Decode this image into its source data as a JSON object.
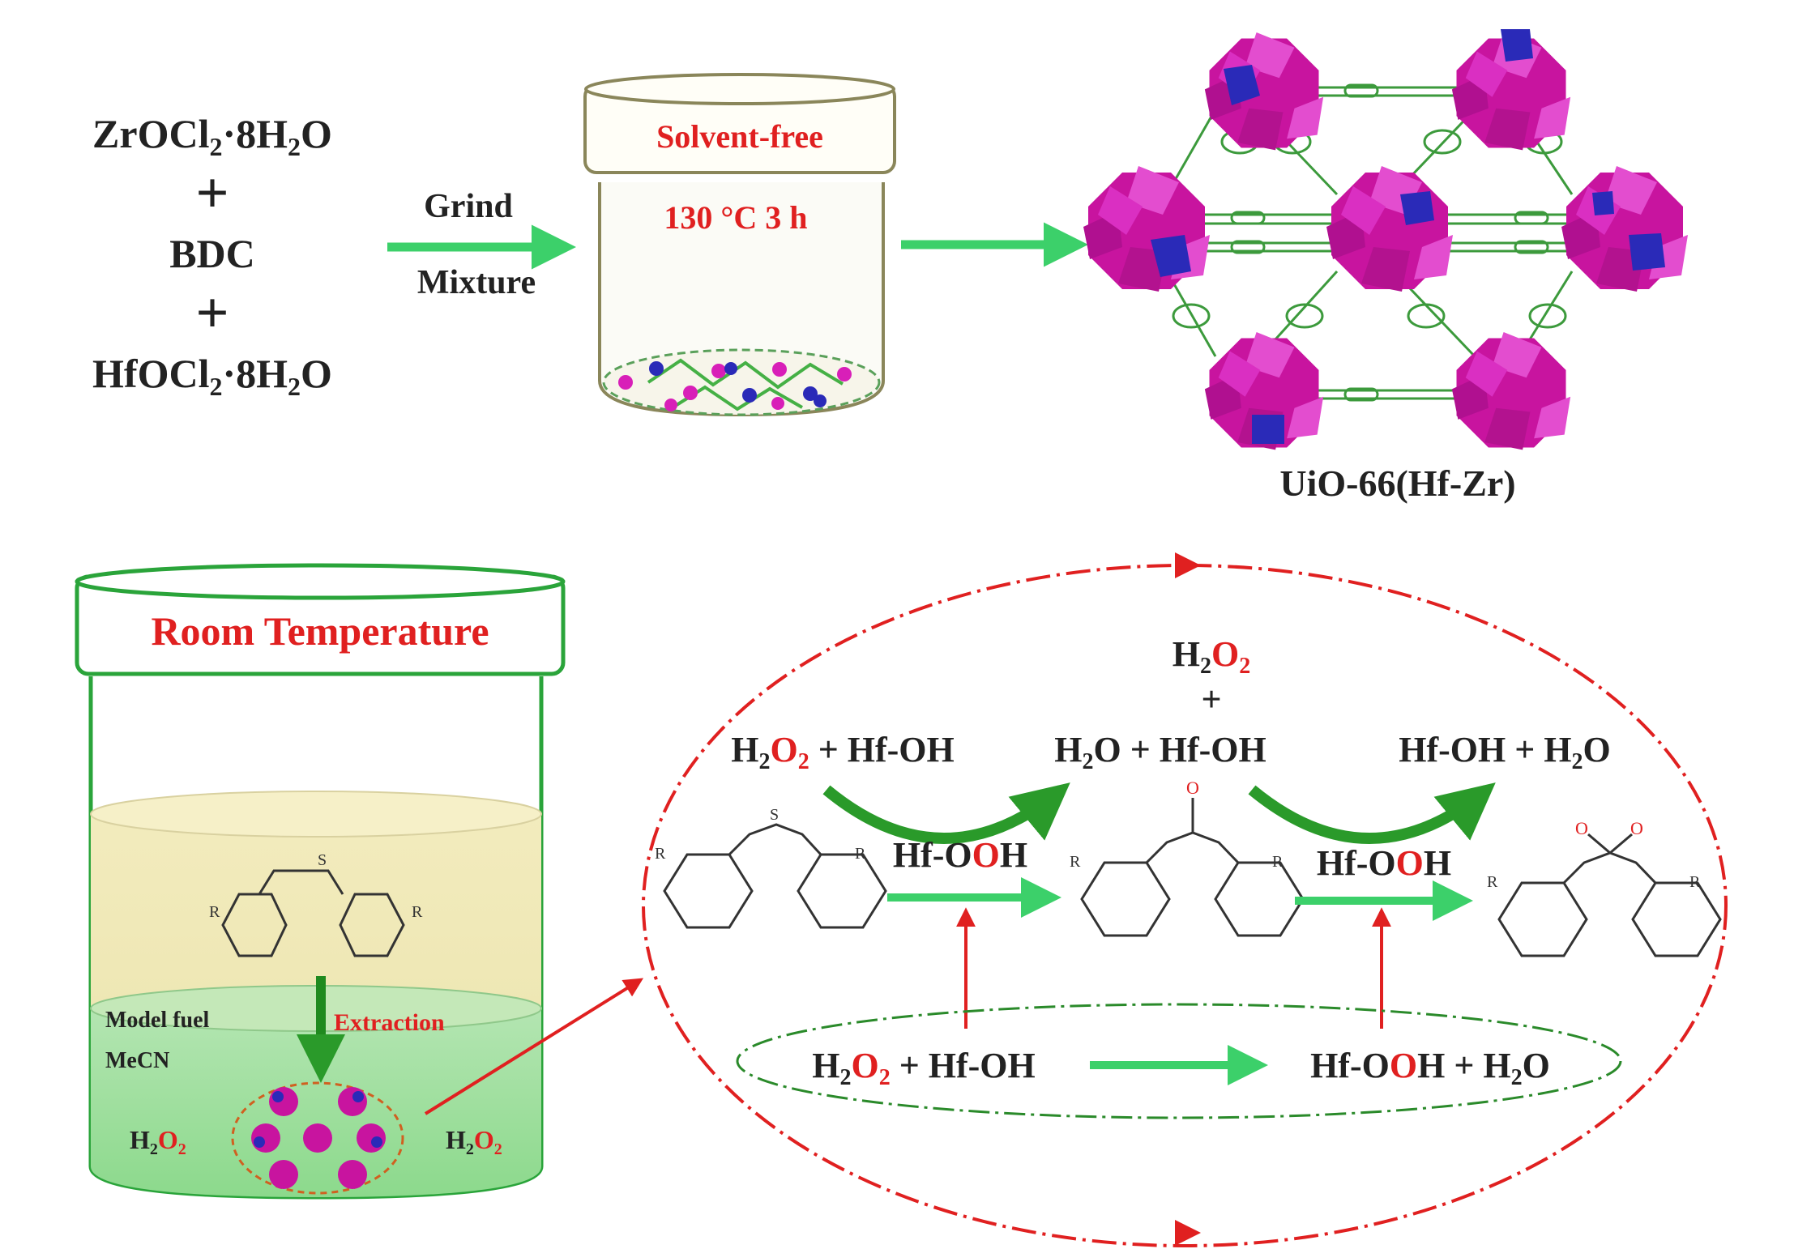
{
  "top": {
    "reactants": [
      "ZrOCl2·8H2O",
      "+",
      "BDC",
      "+",
      "HfOCl2·8H2O"
    ],
    "arrow1_label_top": "Grind",
    "arrow1_label_bottom": "Mixture",
    "vessel_label": "Solvent-free",
    "conditions": "130 °C   3 h",
    "product_label": "UiO-66(Hf-Zr)"
  },
  "bottom": {
    "vessel_label": "Room Temperature",
    "layer_top": "Model fuel",
    "layer_bottom": "MeCN",
    "extraction": "Extraction",
    "h2o2_left": "H2O2",
    "h2o2_right": "H2O2",
    "cycle_1": "H2O2 + Hf-OH",
    "cycle_2_top": "H2O2",
    "cycle_2_plus": "+",
    "cycle_2": "H2O + Hf-OH",
    "cycle_3": "Hf-OH + H2O",
    "oxidant_1": "Hf-OOH",
    "oxidant_2": "Hf-OOH",
    "activation_left": "H2O2 + Hf-OH",
    "activation_right": "Hf-OOH + H2O",
    "substituent": "R",
    "atom_S": "S",
    "atom_O": "O"
  },
  "colors": {
    "red": "#e02020",
    "green_arrow": "#3cd06a",
    "vessel_green": "#2aa43a",
    "magenta": "#d81fb8",
    "blue": "#2a2ab8",
    "linker_green": "#3c9a3c"
  }
}
